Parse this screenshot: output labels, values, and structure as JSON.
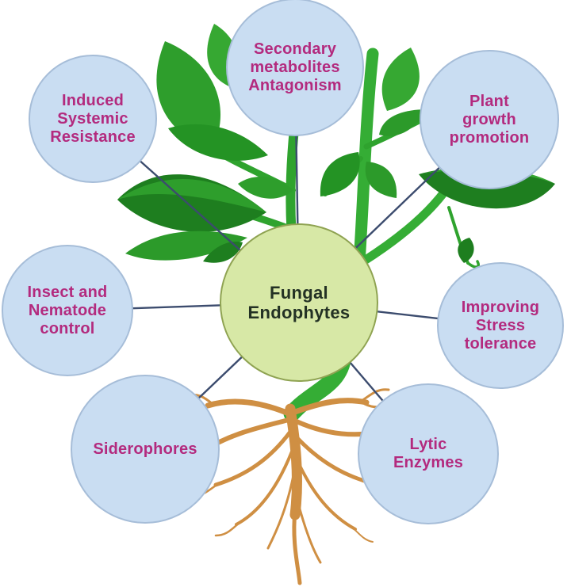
{
  "figure": {
    "type": "concept-diagram",
    "center": {
      "label": "Fungal\nEndophytes"
    },
    "nodes": [
      {
        "id": "secondary-metabolites-antagonism",
        "label": "Secondary\nmetabolites\nAntagonism",
        "position": "top"
      },
      {
        "id": "plant-growth-promotion",
        "label": "Plant\ngrowth\npromotion",
        "position": "top-right"
      },
      {
        "id": "improving-stress-tolerance",
        "label": "Improving\nStress\ntolerance",
        "position": "right"
      },
      {
        "id": "lytic-enzymes",
        "label": "Lytic\nEnzymes",
        "position": "bottom-right"
      },
      {
        "id": "siderophores",
        "label": "Siderophores",
        "position": "bottom-left"
      },
      {
        "id": "insect-and-nematode-control",
        "label": "Insect and\nNematode\ncontrol",
        "position": "left"
      },
      {
        "id": "induced-systemic-resistance",
        "label": "Induced\nSystemic\nResistance",
        "position": "top-left"
      }
    ],
    "colors": {
      "node_fill": "#c9ddf2",
      "node_border": "#a6bdd8",
      "node_text": "#b32a7e",
      "center_fill": "#d7e8a6",
      "center_border": "#8fa352",
      "center_text": "#233124",
      "connector_line": "#3c4c6e",
      "leaf_green_light": "#36a832",
      "leaf_green_mid": "#2c9a2a",
      "leaf_green_dark": "#1e7e1f",
      "stem_green": "#2fa32e",
      "root_orange": "#cf8f43",
      "background": "#ffffff"
    }
  }
}
